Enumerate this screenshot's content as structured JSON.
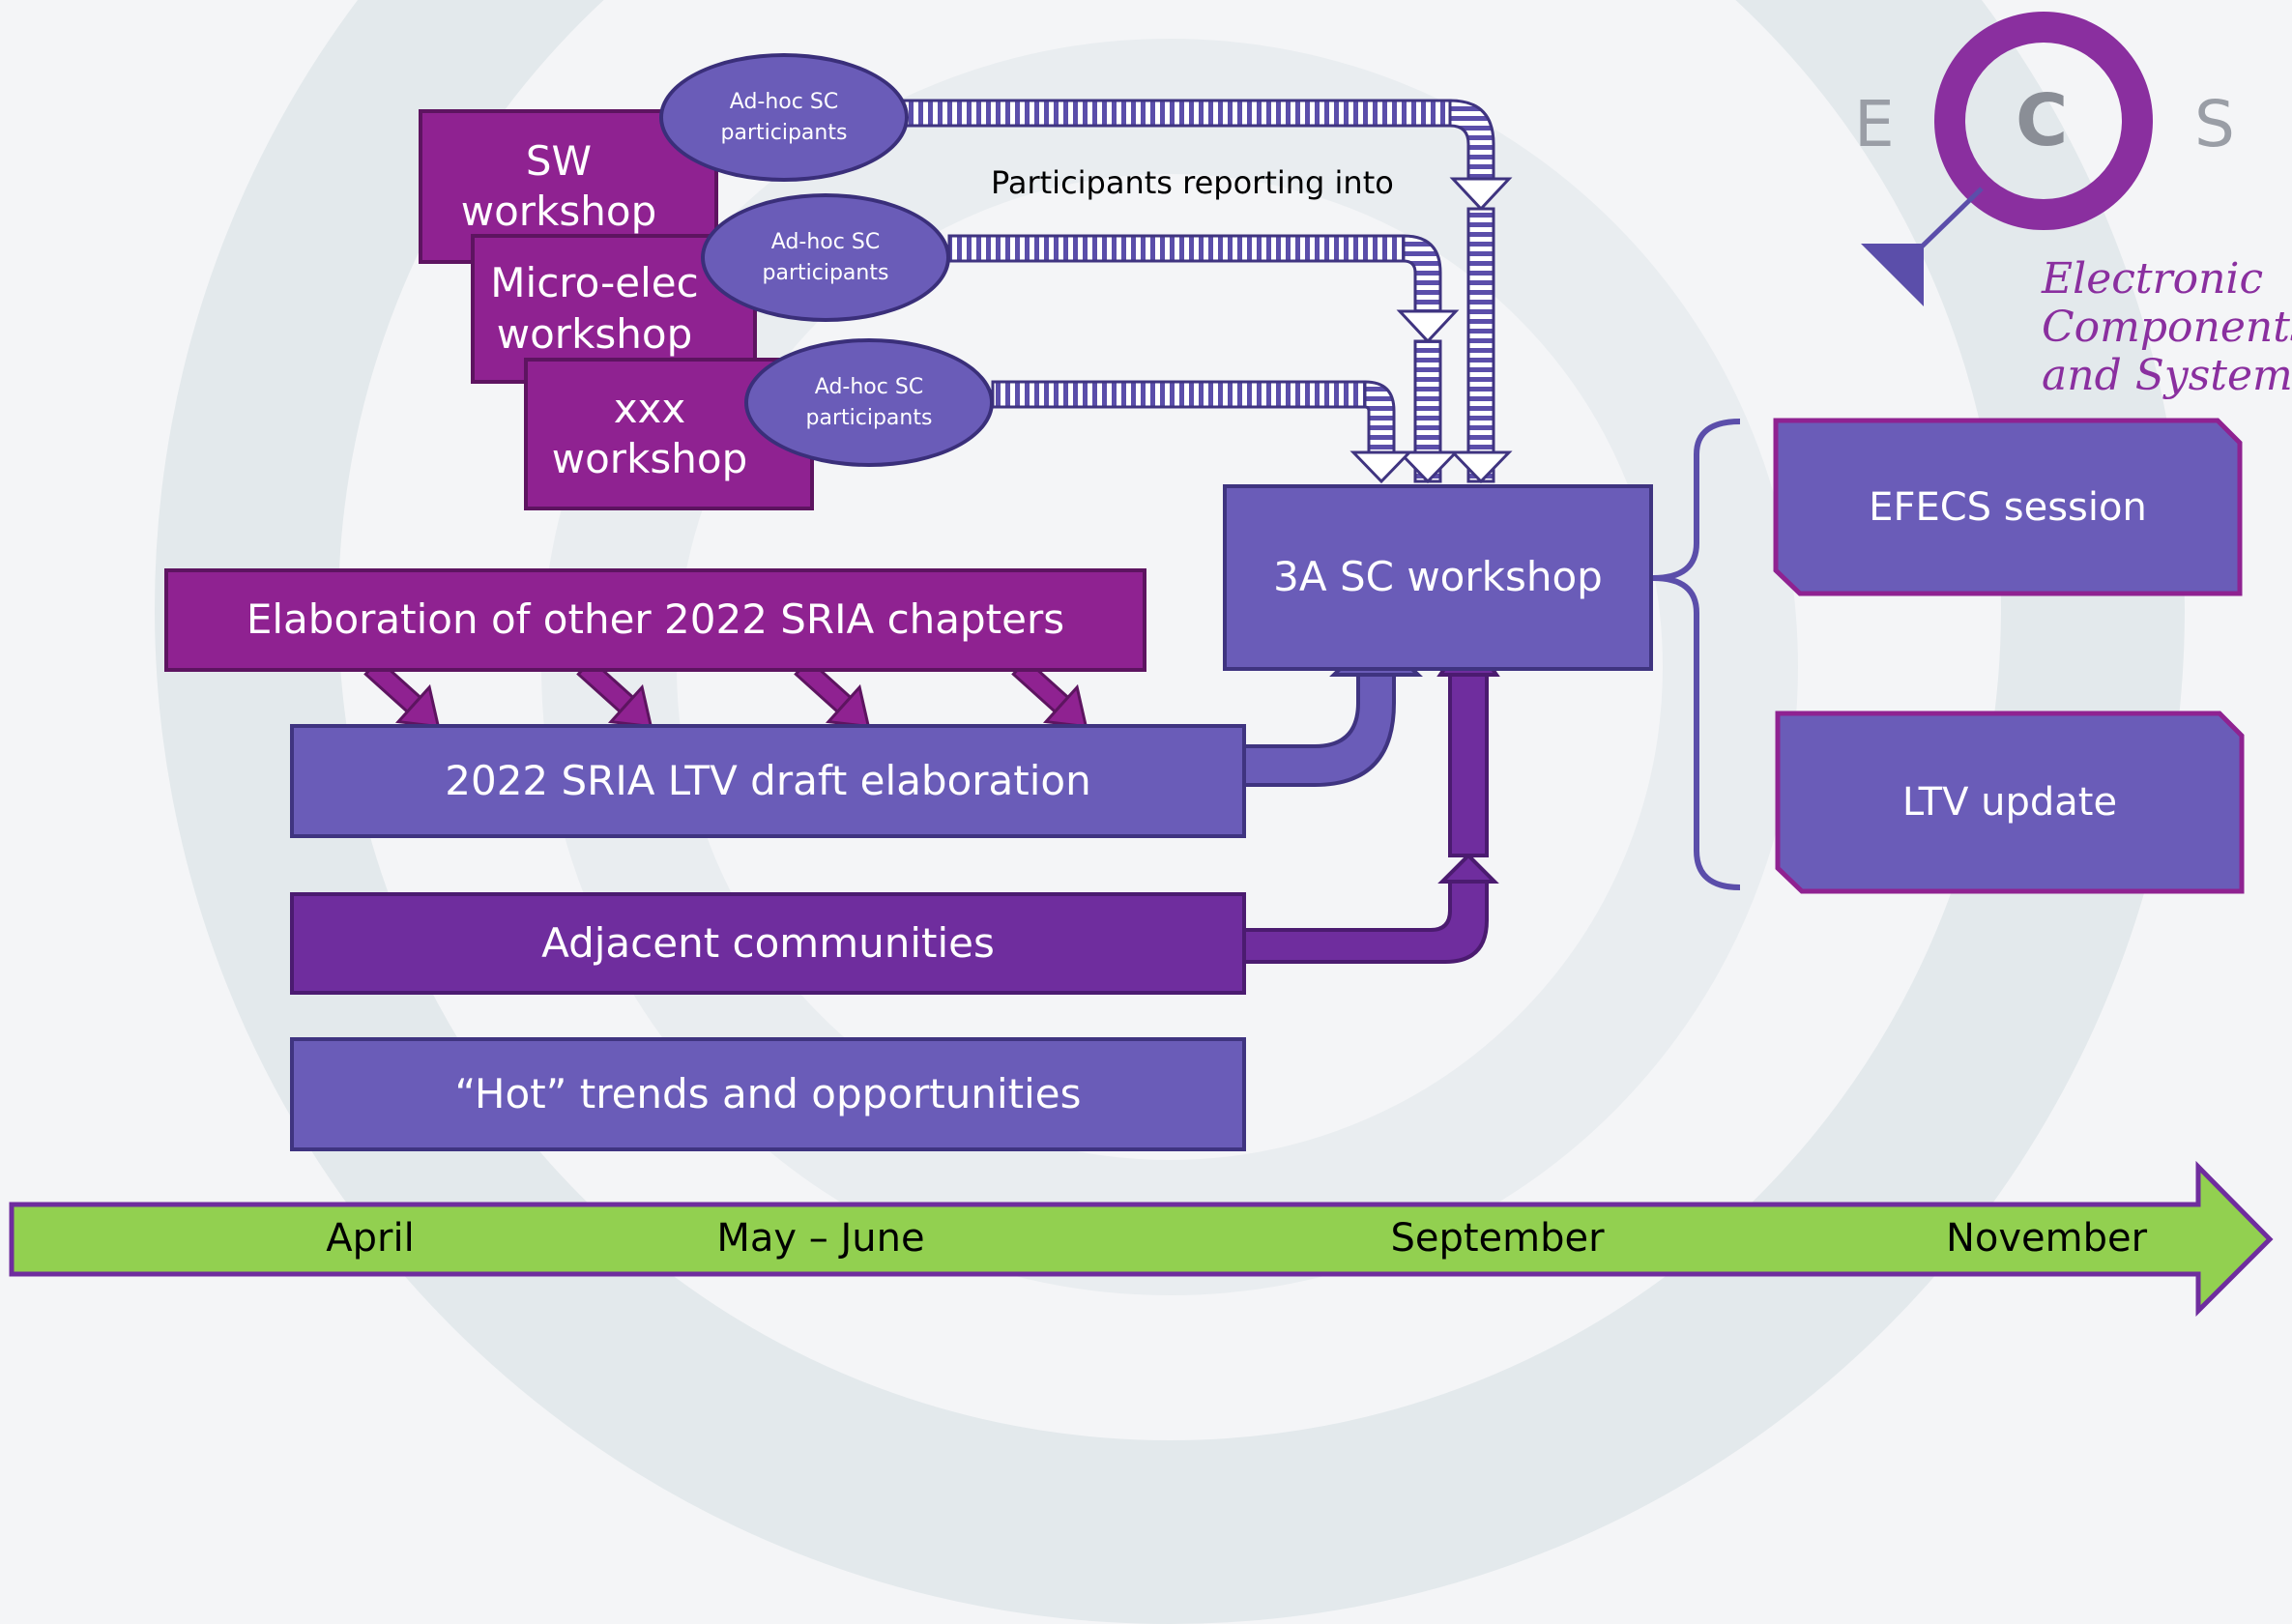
{
  "workshops": {
    "sw": "SW workshop",
    "micro_line1": "Micro-elec",
    "micro_line2": "workshop",
    "xxx_line1": "xxx",
    "xxx_line2": "workshop"
  },
  "ovals": [
    {
      "line1": "Ad-hoc SC",
      "line2": "participants"
    },
    {
      "line1": "Ad-hoc SC",
      "line2": "participants"
    },
    {
      "line1": "Ad-hoc SC",
      "line2": "participants"
    }
  ],
  "reporting_label": "Participants reporting into",
  "elaboration": "Elaboration of other 2022 SRIA chapters",
  "ltv_draft": "2022 SRIA LTV draft elaboration",
  "adjacent": "Adjacent communities",
  "hot_trends": "“Hot” trends and opportunities",
  "sc_workshop": "3A SC workshop",
  "outputs": {
    "efecs": "EFECS session",
    "ltv_update": "LTV update"
  },
  "timeline": [
    "April",
    "May – June",
    "September",
    "November"
  ],
  "logo": {
    "letters": [
      "E",
      "C",
      "S"
    ],
    "line1": "Electronic",
    "line2": "Components",
    "line3": "and Systems"
  },
  "colors": {
    "magenta": "#8f2291",
    "violet": "#6a5cb8",
    "purple": "#6f2d9e",
    "timeline_green": "#92d050"
  }
}
